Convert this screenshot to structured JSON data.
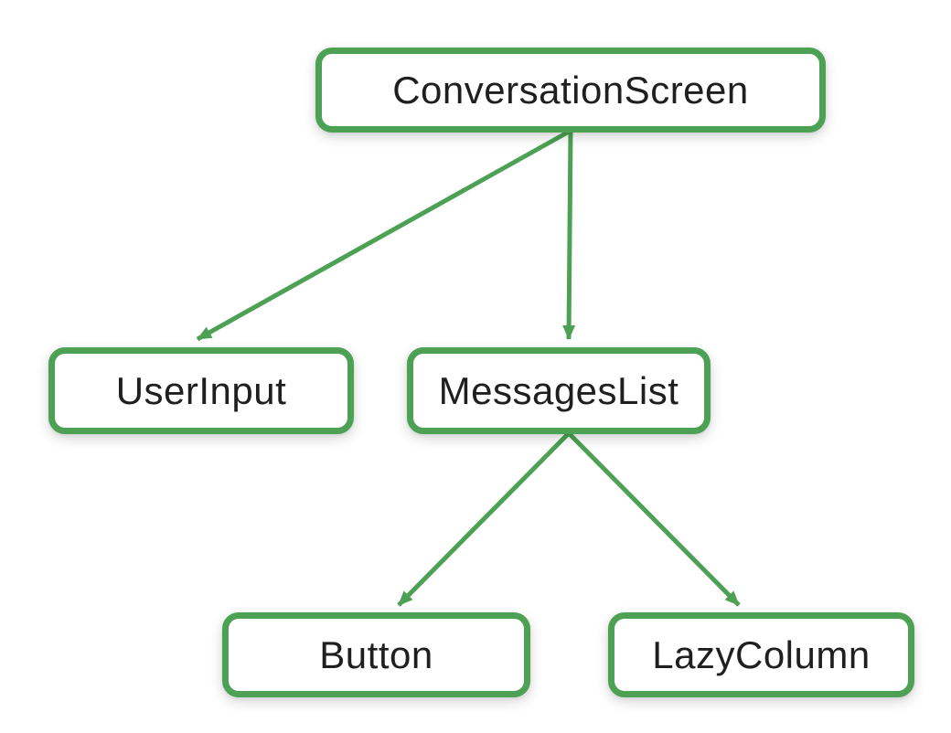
{
  "diagram": {
    "type": "tree",
    "description": "Composable UI hierarchy tree",
    "nodes": [
      {
        "id": "conversation-screen",
        "label": "ConversationScreen"
      },
      {
        "id": "user-input",
        "label": "UserInput"
      },
      {
        "id": "messages-list",
        "label": "MessagesList"
      },
      {
        "id": "button",
        "label": "Button"
      },
      {
        "id": "lazy-column",
        "label": "LazyColumn"
      }
    ],
    "edges": [
      {
        "from": "ConversationScreen",
        "to": "UserInput"
      },
      {
        "from": "ConversationScreen",
        "to": "MessagesList"
      },
      {
        "from": "MessagesList",
        "to": "Button"
      },
      {
        "from": "MessagesList",
        "to": "LazyColumn"
      }
    ],
    "colors": {
      "node_border": "#4CA154",
      "node_fill": "#FFFFFF",
      "arrow": "#4CA154",
      "text": "#1F1F1F",
      "background": "#FFFFFF"
    }
  }
}
